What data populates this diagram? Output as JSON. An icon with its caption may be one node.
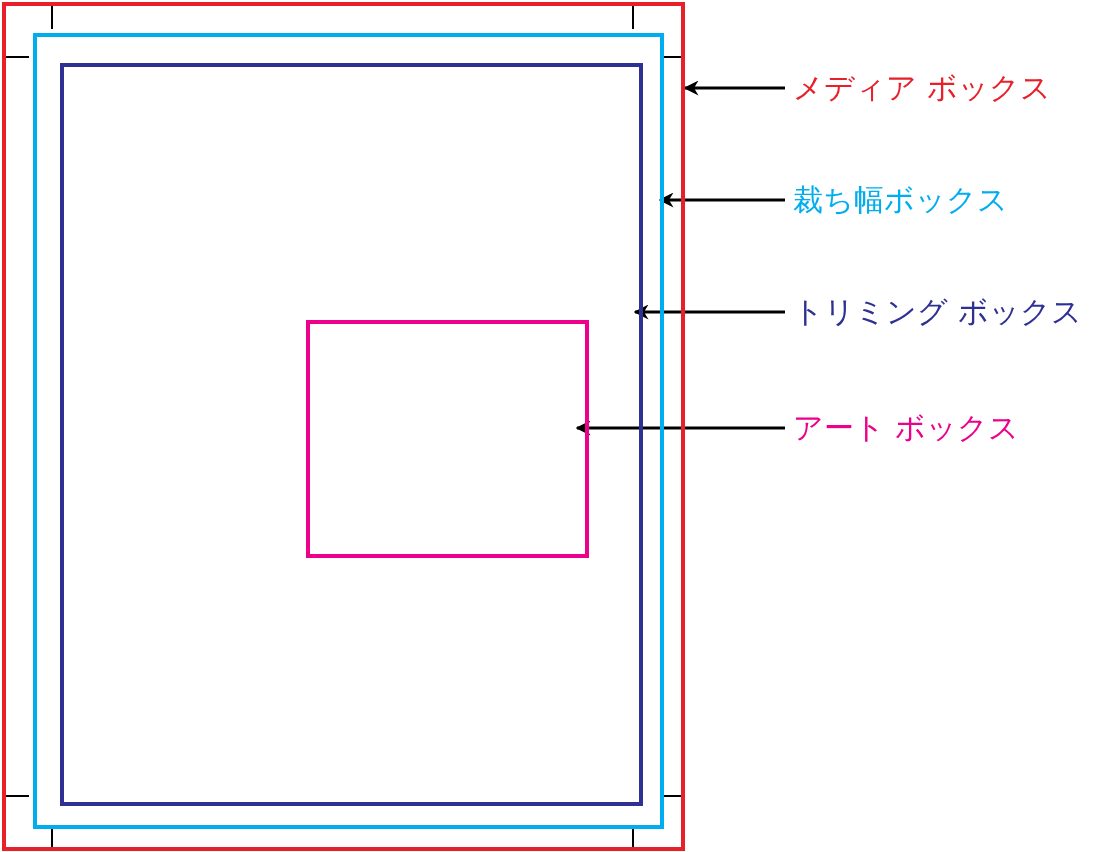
{
  "diagram": {
    "nodes": [
      {
        "text": [],
        "shape": "box"
      },
      {
        "text": [],
        "shape": "box",
        "in": 0
      },
      {
        "text": [],
        "shape": "box",
        "in": 1
      },
      {
        "text": [],
        "shape": "box",
        "in": 2
      },
      {
        "text": [
          "メディア ボックス"
        ]
      },
      {
        "text": [
          "裁ち幅ボックス"
        ]
      },
      {
        "text": [
          "トリミング ボックス"
        ]
      },
      {
        "text": [
          "アート ボックス"
        ]
      }
    ],
    "edges": [
      {
        "from": 4,
        "to": 0,
        "arrow": "to"
      },
      {
        "from": 5,
        "to": 1,
        "arrow": "to"
      },
      {
        "from": 6,
        "to": 2,
        "arrow": "to"
      },
      {
        "from": 7,
        "to": 3,
        "arrow": "to"
      }
    ]
  }
}
